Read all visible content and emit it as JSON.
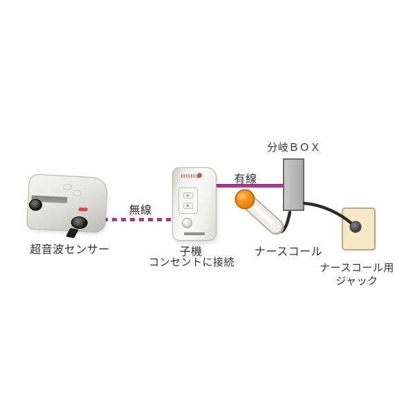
{
  "diagram": {
    "nodes": {
      "sensor": {
        "label": "超音波センサー"
      },
      "child_unit": {
        "label": "子機",
        "note": "コンセントに接続"
      },
      "branch_box": {
        "label": "分岐ＢＯＸ"
      },
      "nurse_call": {
        "label": "ナースコール"
      },
      "jack": {
        "label_line1": "ナースコール用",
        "label_line2": "ジャック"
      }
    },
    "links": {
      "wireless": {
        "label": "無線",
        "style": "dashed",
        "color": "#b53092"
      },
      "wired": {
        "label": "有線",
        "style": "solid",
        "color": "#b53092"
      },
      "cables": {
        "color": "#2b2b2b"
      }
    },
    "colors": {
      "background": "#ffffff",
      "branch_box_fill": "#bcbcbc",
      "jack_panel_fill": "#f6e8c4",
      "nurse_call_button_orange": "#f09018",
      "device_body_white": "#f0f0ee",
      "label_text": "#2f2f2f"
    }
  }
}
